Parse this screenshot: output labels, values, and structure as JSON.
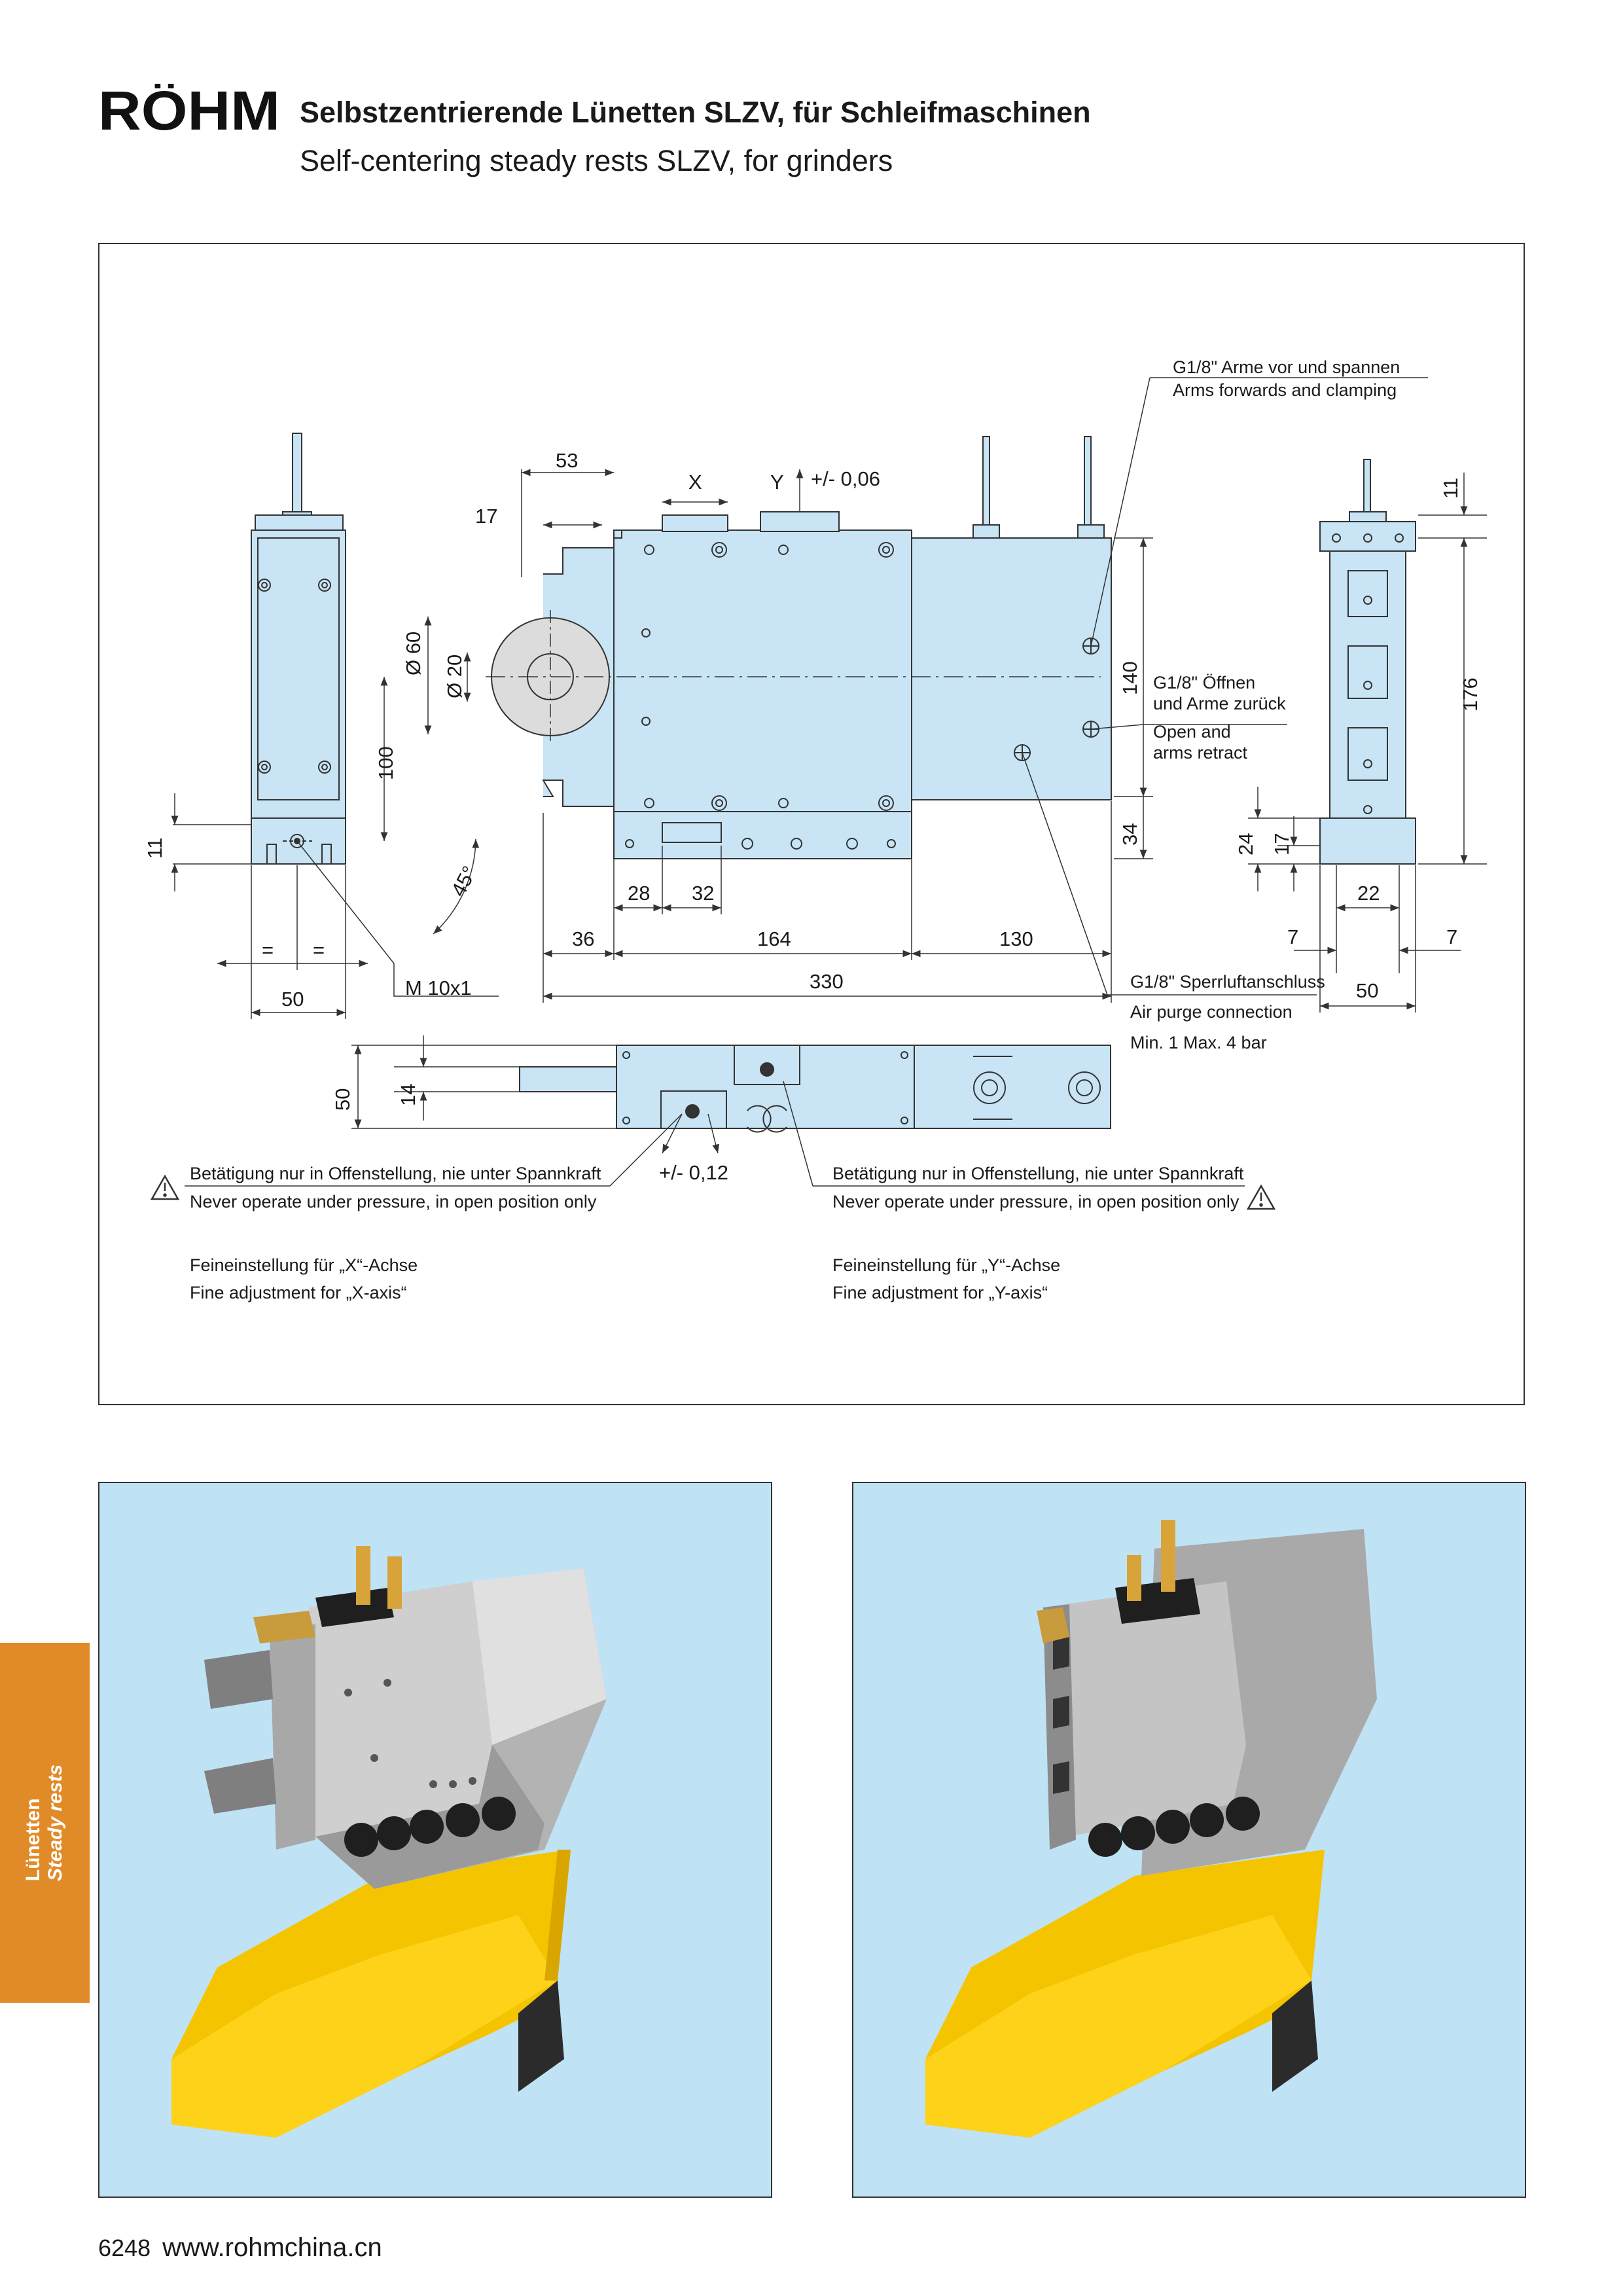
{
  "header": {
    "brand": "RÖHM",
    "title_de": "Selbstzentrierende Lünetten SLZV, für Schleifmaschinen",
    "title_en": "Self-centering steady rests SLZV, for grinders"
  },
  "drawing": {
    "dims": {
      "d53": "53",
      "d17a": "17",
      "x": "X",
      "y": "Y",
      "tol_y": "+/- 0,06",
      "dia60": "Ø 60",
      "dia20": "Ø 20",
      "d100": "100",
      "d11a": "11",
      "angle45": "45°",
      "eq1": "=",
      "eq2": "=",
      "d50a": "50",
      "m10": "M 10x1",
      "d28": "28",
      "d32": "32",
      "d36": "36",
      "d164": "164",
      "d130": "130",
      "d330": "330",
      "d140": "140",
      "d34": "34",
      "d11b": "11",
      "d176": "176",
      "d24": "24",
      "d17b": "17",
      "d22": "22",
      "d7a": "7",
      "d7b": "7",
      "d50b": "50",
      "d50c": "50",
      "d14": "14",
      "tol_x": "+/- 0,12"
    },
    "notes": {
      "g18_arms_de": "G1/8\" Arme vor und spannen",
      "g18_arms_en": "Arms forwards and clamping",
      "g18_open_de1": "G1/8\" Öffnen",
      "g18_open_de2": "und Arme zurück",
      "g18_open_en1": "Open and",
      "g18_open_en2": "arms retract",
      "g18_air_de": "G1/8\" Sperrluftanschluss",
      "g18_air_en": "Air purge connection",
      "g18_air_pressure": "Min. 1 Max. 4 bar",
      "warn_left_de": "Betätigung nur in Offenstellung, nie unter Spannkraft",
      "warn_left_en": "Never operate under pressure, in open position only",
      "warn_right_de": "Betätigung nur in Offenstellung, nie unter Spannkraft",
      "warn_right_en": "Never operate under pressure, in open position only",
      "fine_x_de": "Feineinstellung für „X“-Achse",
      "fine_x_en": "Fine adjustment for „X-axis“",
      "fine_y_de": "Feineinstellung für „Y“-Achse",
      "fine_y_en": "Fine adjustment for „Y-axis“"
    }
  },
  "photos": [
    {
      "subject": "steady-rest-front-view"
    },
    {
      "subject": "steady-rest-rear-view"
    }
  ],
  "side_tab": {
    "de": "Lünetten",
    "en": "Steady rests"
  },
  "footer": {
    "page_number": "6248",
    "url": "www.rohmchina.cn"
  },
  "colors": {
    "part_fill": "#c8e4f5",
    "photo_bg": "#bfe3f4",
    "tab": "#e18b28",
    "body_yellow": "#f5c400"
  }
}
